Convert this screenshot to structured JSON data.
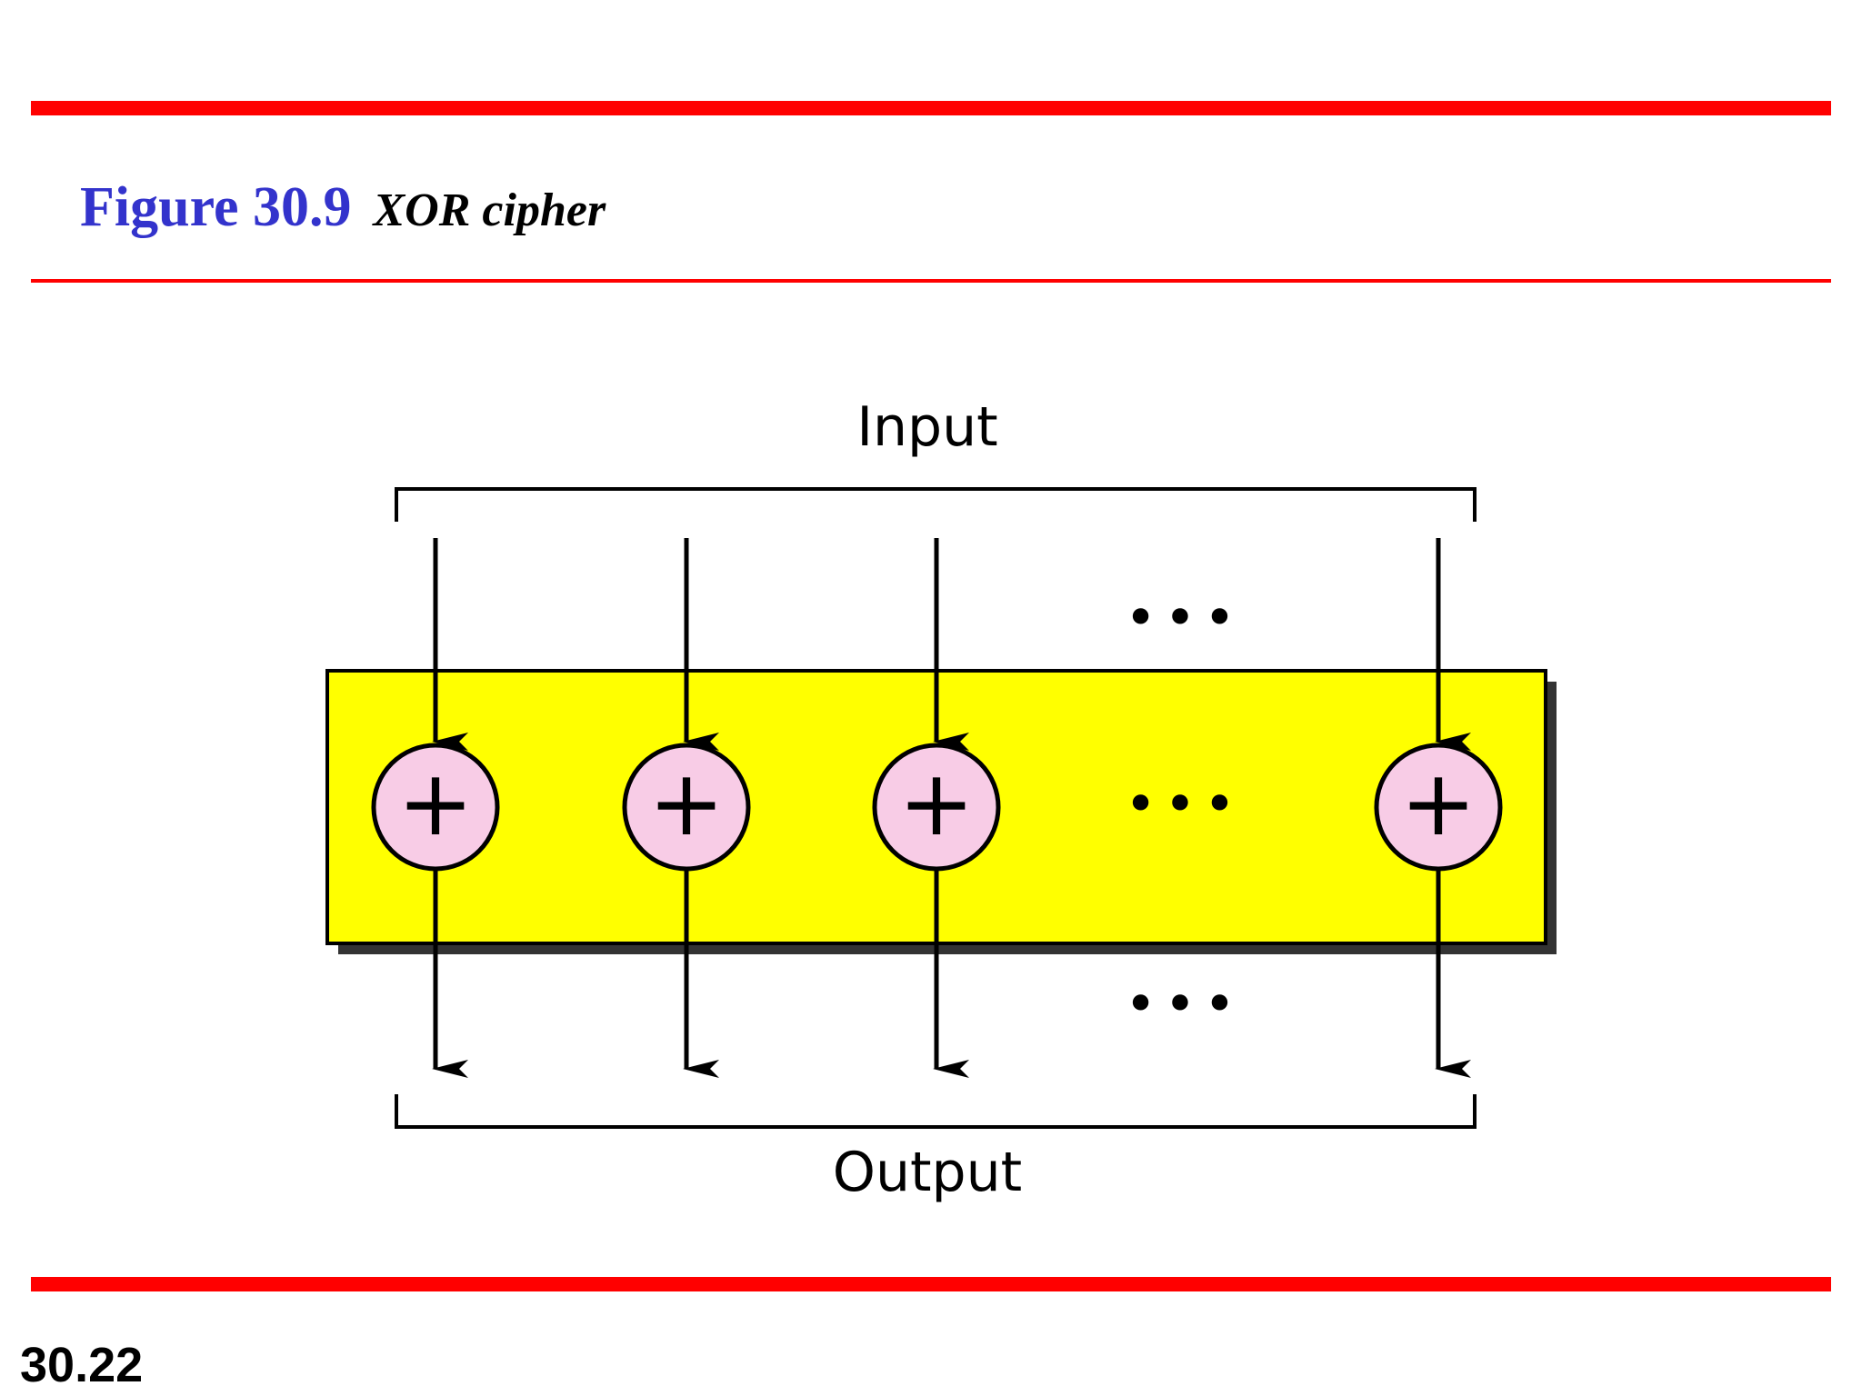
{
  "slide": {
    "figure_number": "Figure 30.9",
    "figure_caption": "XOR cipher",
    "page_number": "30.22"
  },
  "diagram": {
    "input_label": "Input",
    "output_label": "Output",
    "xor_symbol": "+",
    "xor_gate_count": 4,
    "ellipsis": "•••",
    "colors": {
      "rule": "#ff0000",
      "title": "#3333cc",
      "box_fill": "#ffff00",
      "box_shadow": "#333333",
      "gate_fill": "#f8cce6",
      "stroke": "#000000"
    }
  }
}
